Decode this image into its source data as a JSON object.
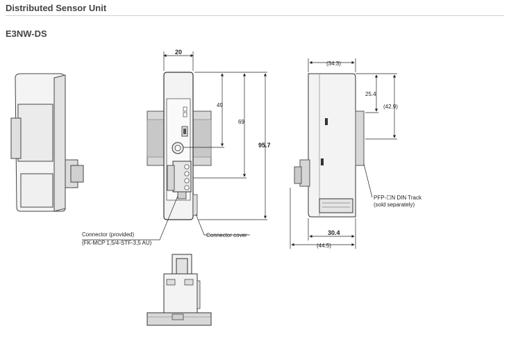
{
  "header": {
    "section_title": "Distributed Sensor Unit",
    "model": "E3NW-DS"
  },
  "dimensions": {
    "front_width": "20",
    "h_49": "49",
    "h_69": "69",
    "h_95_7": "95.7",
    "side_top": "(34.3)",
    "side_25_4": "25.4",
    "side_42_9": "(42.9)",
    "side_30_4": "30.4",
    "side_44_5": "(44.5)"
  },
  "callouts": {
    "connector_line1": "Connector (provided)",
    "connector_line2": "(FK-MCP 1,5/4-STF-3,5 AU)",
    "connector_cover": "Connector cover",
    "din_line1": "PFP-☐N DIN Track",
    "din_line2": "(sold separately)"
  }
}
